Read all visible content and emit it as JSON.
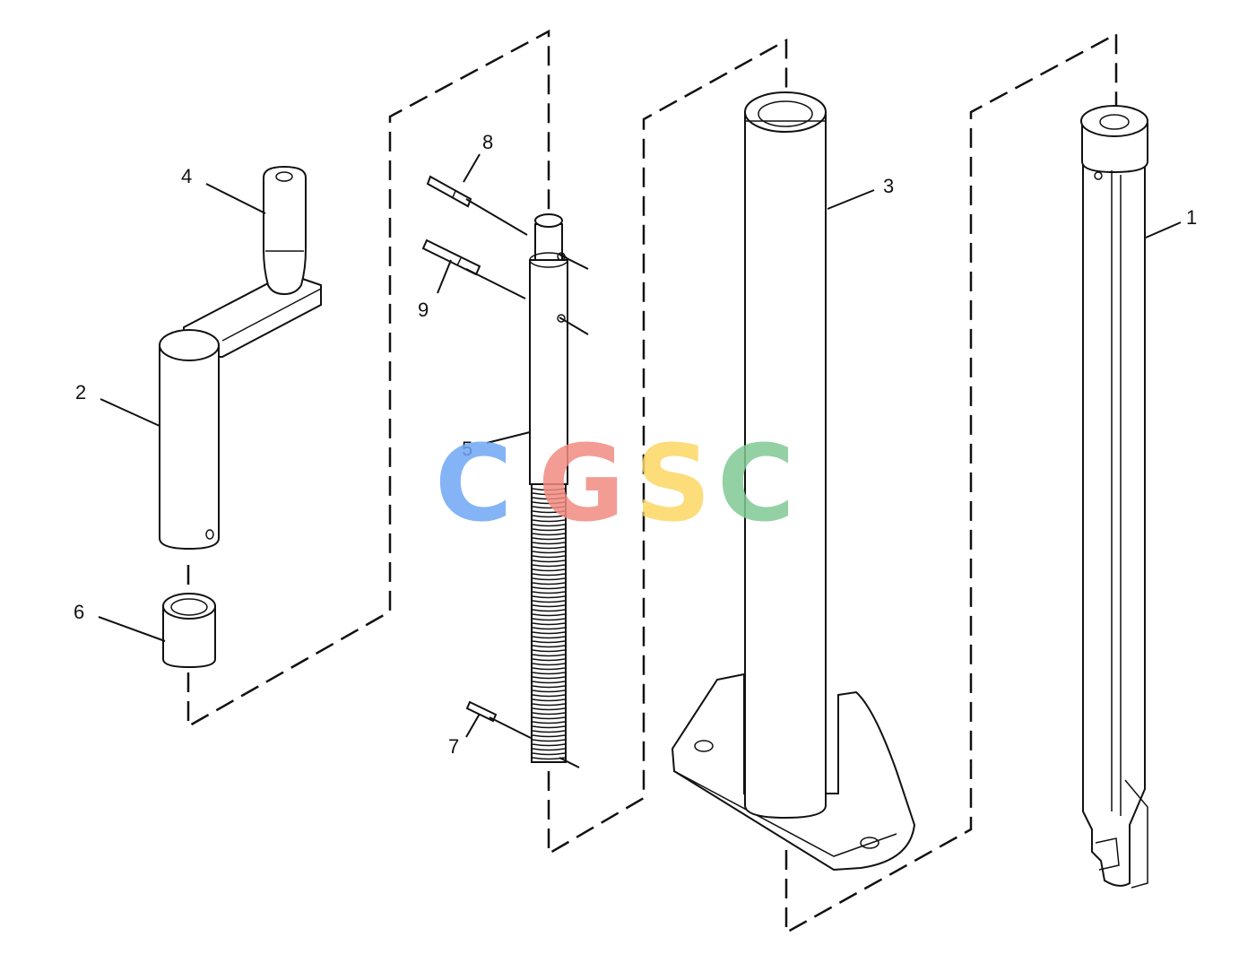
{
  "callouts": {
    "c1": "1",
    "c2": "2",
    "c3": "3",
    "c4": "4",
    "c5": "5",
    "c6": "6",
    "c7": "7",
    "c8": "8",
    "c9": "9"
  },
  "watermark": {
    "letters": [
      "C",
      "G",
      "S",
      "C"
    ],
    "colors": [
      "#6fa8f5",
      "#f28b82",
      "#fdd663",
      "#81c995"
    ]
  }
}
